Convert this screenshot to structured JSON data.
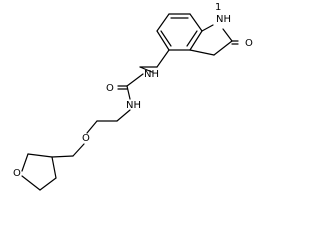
{
  "molecule": {
    "atoms": {
      "ring_nh": {
        "text": "NH"
      },
      "ring_nh_sub": {
        "text": "1"
      },
      "lactam_o": {
        "text": "O"
      },
      "urea_o": {
        "text": "O"
      },
      "urea_nh_upper": {
        "text": "NH"
      },
      "urea_nh_lower": {
        "text": "NH"
      },
      "ether_o": {
        "text": "O"
      },
      "thf_o": {
        "text": "O"
      }
    }
  }
}
